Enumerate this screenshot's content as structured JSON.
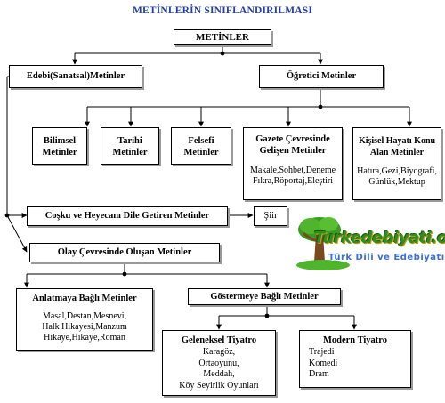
{
  "title": "METİNLERİN SINIFLANDIRILMASI",
  "nodes": {
    "metinler": "METİNLER",
    "edebi": "Edebi(Sanatsal)Metinler",
    "ogretici": "Öğretici Metinler",
    "bilimsel": [
      "Bilimsel",
      "Metinler"
    ],
    "tarihi": [
      "Tarihi",
      "Metinler"
    ],
    "felsefi": [
      "Felsefi",
      "Metinler"
    ],
    "gazete": {
      "title": [
        "Gazete Çevresinde",
        "Gelişen Metinler"
      ],
      "items": [
        "Makale,Sohbet,Deneme",
        "Fıkra,Röportaj,Eleştiri"
      ]
    },
    "kisisel": {
      "title": [
        "Kişisel Hayatı Konu",
        "Alan Metinler"
      ],
      "items": [
        "Hatıra,Gezi,Biyografi,",
        "Günlük,Mektup"
      ]
    },
    "coskuhe": "Coşku ve Heyecanı Dile Getiren Metinler",
    "siir": "Şiir",
    "olay": "Olay Çevresinde Oluşan Metinler",
    "anlatmaya": {
      "title": "Anlatmaya Bağlı Metinler",
      "items": [
        "Masal,Destan,Mesnevi,",
        "Halk Hikayesi,Manzum",
        "Hikaye,Hikaye,Roman"
      ]
    },
    "gostermeye": "Göstermeye Bağlı Metinler",
    "geleneksel": {
      "title": "Geleneksel Tiyatro",
      "items": [
        "Karagöz,",
        "Ortaoyunu,",
        "Meddah,",
        "Köy Seyirlik Oyunları"
      ]
    },
    "modern": {
      "title": "Modern Tiyatro",
      "items": [
        "Trajedi",
        "Komedi",
        "Dram"
      ]
    }
  },
  "logo": {
    "text": "Turkedebiyati.org",
    "tagline": "Türk Dili ve Edebiyatı"
  },
  "colors": {
    "title": "#1f3fae",
    "logo_green": "#2f8f1e",
    "logo_gold": "#d49a1a",
    "logo_blue": "#3a6fd8",
    "shadow": "#9a9a9a"
  }
}
